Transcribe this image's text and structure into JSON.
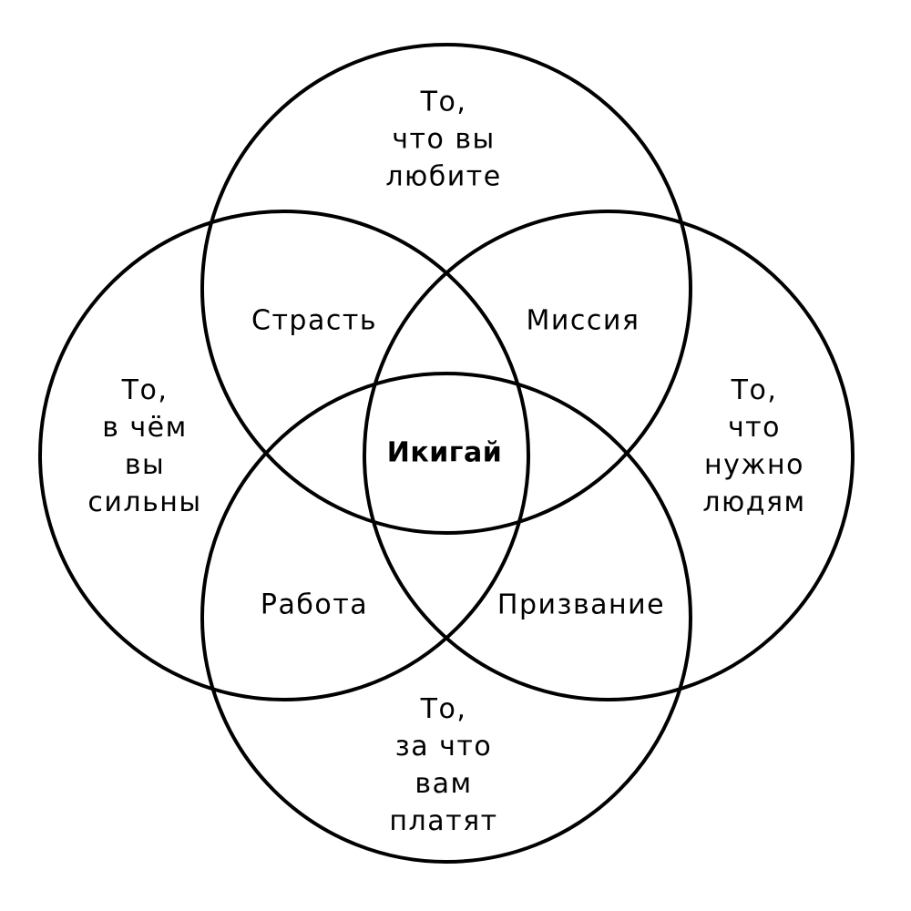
{
  "colors": {
    "background": "#ffffff",
    "stroke": "#000000",
    "text": "#000000"
  },
  "circles": [
    {
      "id": "love",
      "label_lines": [
        "То,",
        "что вы",
        "любите"
      ]
    },
    {
      "id": "good_at",
      "label_lines": [
        "То,",
        "в чём",
        "вы",
        "сильны"
      ]
    },
    {
      "id": "world_needs",
      "label_lines": [
        "То,",
        "что",
        "нужно",
        "людям"
      ]
    },
    {
      "id": "paid_for",
      "label_lines": [
        "То,",
        "за что",
        "вам",
        "платят"
      ]
    }
  ],
  "intersections": {
    "passion": "Страсть",
    "mission": "Миссия",
    "profession": "Работа",
    "vocation": "Призвание"
  },
  "center": "Икигай"
}
